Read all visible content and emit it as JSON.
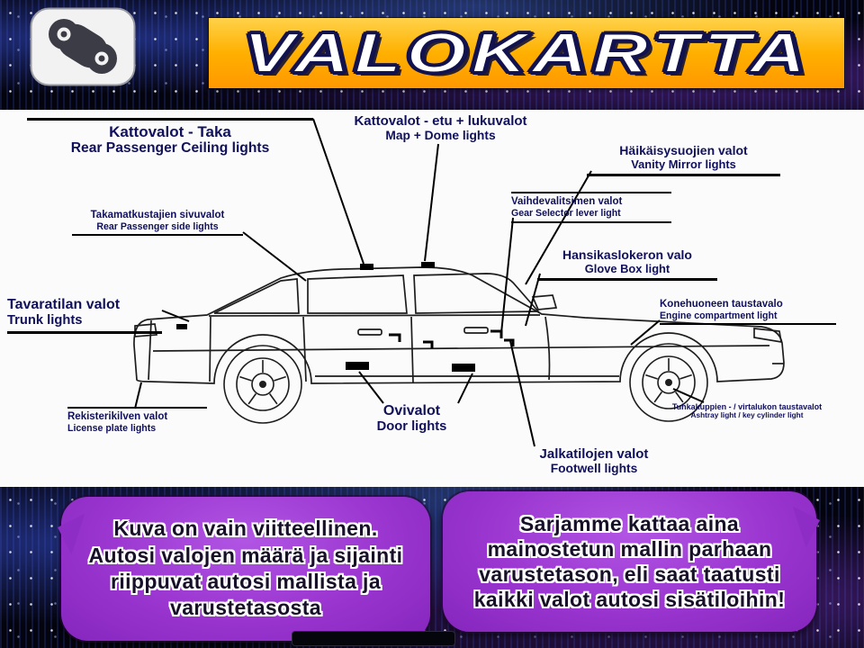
{
  "header": {
    "title": "VALOKARTTA"
  },
  "diagram": {
    "labels": [
      {
        "id": "ceiling-rear",
        "fi": "Kattovalot - Taka",
        "en": "Rear Passenger Ceiling lights"
      },
      {
        "id": "map-dome",
        "fi": "Kattovalot - etu + lukuvalot",
        "en": "Map + Dome lights"
      },
      {
        "id": "vanity",
        "fi": "Häikäisysuojien valot",
        "en": "Vanity Mirror lights"
      },
      {
        "id": "gear",
        "fi": "Vaihdevalitsimen valot",
        "en": "Gear Selector lever light"
      },
      {
        "id": "rear-side",
        "fi": "Takamatkustajien sivuvalot",
        "en": "Rear Passenger side lights"
      },
      {
        "id": "glovebox",
        "fi": "Hansikaslokeron valo",
        "en": "Glove Box light"
      },
      {
        "id": "trunk",
        "fi": "Tavaratilan valot",
        "en": "Trunk lights"
      },
      {
        "id": "engine",
        "fi": "Konehuoneen taustavalo",
        "en": "Engine compartment light"
      },
      {
        "id": "plate",
        "fi": "Rekisterikilven valot",
        "en": "License plate lights"
      },
      {
        "id": "door",
        "fi": "Ovivalot",
        "en": "Door lights"
      },
      {
        "id": "ashtray",
        "fi": "Tuhkakuppien - / virtalukon taustavalot",
        "en": "Ashtray light / key cylinder light"
      },
      {
        "id": "footwell",
        "fi": "Jalkatilojen valot",
        "en": "Footwell lights"
      }
    ]
  },
  "bubbles": {
    "left": "Kuva on vain viitteellinen. Autosi valojen määrä ja sijainti riippuvat autosi mallista ja varustetasosta",
    "right": "Sarjamme kattaa aina mainostetun mallin parhaan varustetason, eli saat taatusti kaikki valot autosi sisätiloihin!"
  },
  "colors": {
    "banner_yellow": "#ffb000",
    "banner_outline": "#12124e",
    "label_text": "#10105c",
    "bubble_purple": "#9a35cf",
    "background_dark": "#04040e"
  }
}
